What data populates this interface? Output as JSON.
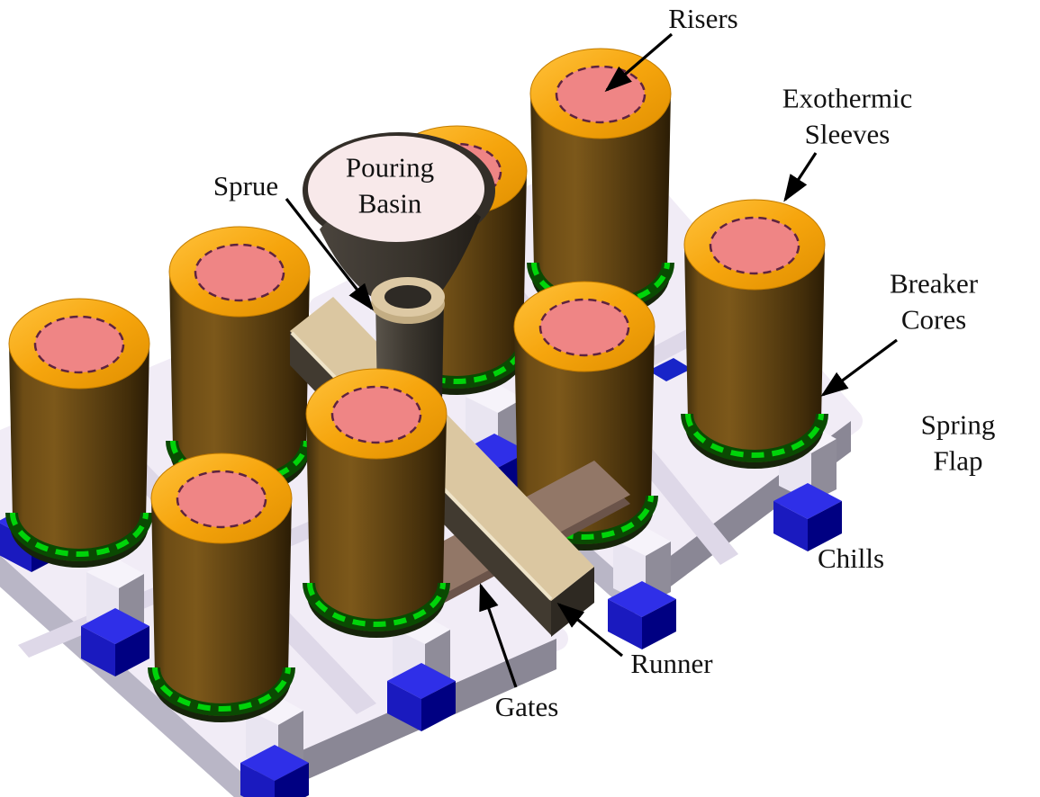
{
  "figure": {
    "description": "3D CAD rendering of a sand-casting rigging and gating assembly: eight risers with exothermic sleeves and breaker cores mounted on two mold plates, with pouring basin, sprue, runner, gates, spring flaps and chill blocks",
    "riser_count": 8,
    "mold_plate_count": 2,
    "labels": {
      "risers": "Risers",
      "exothermic_sleeves": "Exothermic\nSleeves",
      "breaker_cores": "Breaker\nCores",
      "spring_flap": "Spring Flap",
      "chills": "Chills",
      "sprue": "Sprue",
      "pouring_basin": "Pouring\nBasin",
      "gates": "Gates",
      "runner": "Runner"
    },
    "colors": {
      "background": "#ffffff",
      "riser_body": "#5e4010",
      "exothermic_sleeve": "#f2a40d",
      "riser_top_core": "#ef8585",
      "breaker_core_ring": "#00d40a",
      "mold_plate": "#f1ecf6",
      "chill_block": "#1c1cd6",
      "runner_and_gates": "#dbc7a1",
      "gate_plate": "#927767",
      "pouring_basin_top": "#f8e9ea",
      "sprue_body": "#3a352e",
      "label_text": "#111111"
    }
  }
}
